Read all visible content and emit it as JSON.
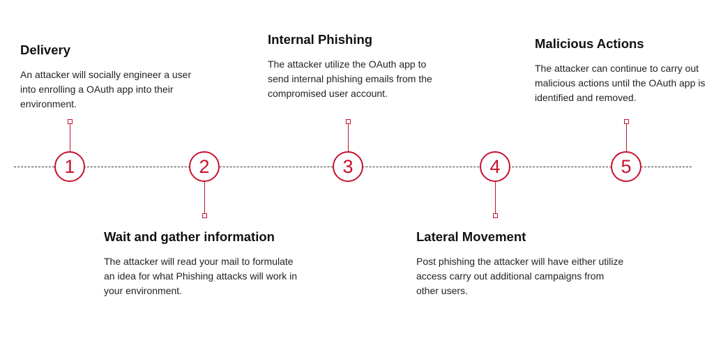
{
  "accent_color": "#c8102e",
  "steps": [
    {
      "number": "1",
      "title": "Delivery",
      "description": "An attacker will socially engineer a user into enrolling a OAuth app into their environment."
    },
    {
      "number": "2",
      "title": "Wait and gather information",
      "description": "The attacker will read your mail to formulate an idea for what Phishing attacks will work in your environment."
    },
    {
      "number": "3",
      "title": "Internal Phishing",
      "description": "The attacker utilize the OAuth app to send internal phishing emails from the compromised user account."
    },
    {
      "number": "4",
      "title": "Lateral Movement",
      "description": "Post phishing the attacker will have either utilize access carry out additional campaigns from other users."
    },
    {
      "number": "5",
      "title": "Malicious Actions",
      "description": "The attacker can continue to carry out malicious actions until the OAuth app is identified and removed."
    }
  ]
}
